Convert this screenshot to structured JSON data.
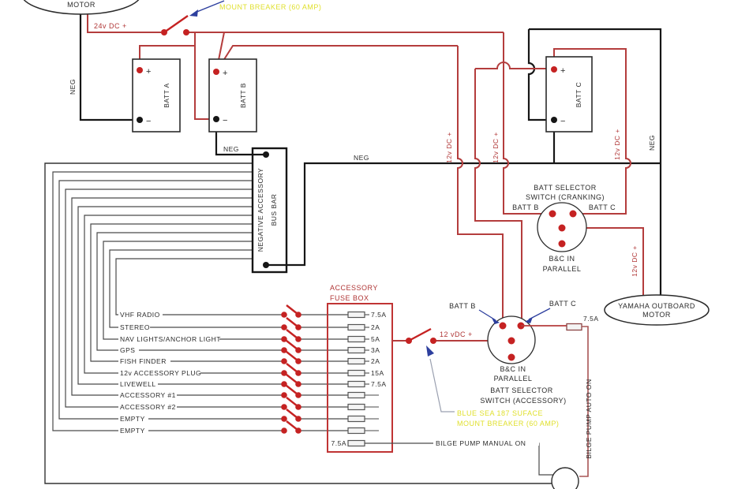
{
  "trolling_motor": {
    "label": "MOTOR"
  },
  "top_breaker": {
    "label": "MOUNT BREAKER (60 AMP)"
  },
  "wire_labels": {
    "v24": "24v DC +",
    "v12": "12v DC +",
    "v12_feed": "12 vDC +",
    "neg": "NEG"
  },
  "batteries": [
    {
      "label": "BATT A"
    },
    {
      "label": "BATT B"
    },
    {
      "label": "BATT C"
    }
  ],
  "terminal": {
    "plus": "+",
    "minus": "−"
  },
  "bus_bar": {
    "line1": "NEGATIVE ACCESSORY",
    "line2": "BUS BAR"
  },
  "cranking_selector": {
    "title1": "BATT SELECTOR",
    "title2": "SWITCH (CRANKING)",
    "input_left": "BATT B",
    "input_right": "BATT C",
    "mode1": "B&C IN",
    "mode2": "PARALLEL"
  },
  "accessory_selector": {
    "title1": "BATT SELECTOR",
    "title2": "SWITCH (ACCESSORY)",
    "input_left": "BATT B",
    "input_right": "BATT C",
    "mode1": "B&C IN",
    "mode2": "PARALLEL",
    "breaker_line1": "BLUE SEA 187 SUFACE",
    "breaker_line2": "MOUNT BREAKER (60 AMP)"
  },
  "yamaha_motor": {
    "line1": "YAMAHA OUTBOARD",
    "line2": "MOTOR"
  },
  "fuse_box": {
    "title1": "ACCESSORY",
    "title2": "FUSE BOX",
    "rows": [
      {
        "name": "VHF RADIO",
        "fuse": "7.5A"
      },
      {
        "name": "STEREO",
        "fuse": "2A"
      },
      {
        "name": "NAV LIGHTS/ANCHOR LIGHT",
        "fuse": "5A"
      },
      {
        "name": "GPS",
        "fuse": "3A"
      },
      {
        "name": "FISH FINDER",
        "fuse": "2A"
      },
      {
        "name": "12v ACCESSORY PLUG",
        "fuse": "15A"
      },
      {
        "name": "LIVEWELL",
        "fuse": "7.5A"
      },
      {
        "name": "ACCESSORY #1",
        "fuse": ""
      },
      {
        "name": "ACCESSORY #2",
        "fuse": ""
      },
      {
        "name": "EMPTY",
        "fuse": ""
      },
      {
        "name": "EMPTY",
        "fuse": ""
      }
    ]
  },
  "bilge": {
    "fuse_left": "7.5A",
    "fuse_right": "7.5A",
    "manual": "BILGE PUMP MANUAL ON",
    "auto": "BILGE PUMP AUTO ON"
  },
  "colors": {
    "wire_red": "#b43d3d",
    "dot_red": "#c52222",
    "wire_black": "#161616",
    "wire_gray": "#4a4a4a",
    "box_red": "#c03434",
    "yellow": "#e0e02e",
    "blue": "#2d3f9e"
  }
}
